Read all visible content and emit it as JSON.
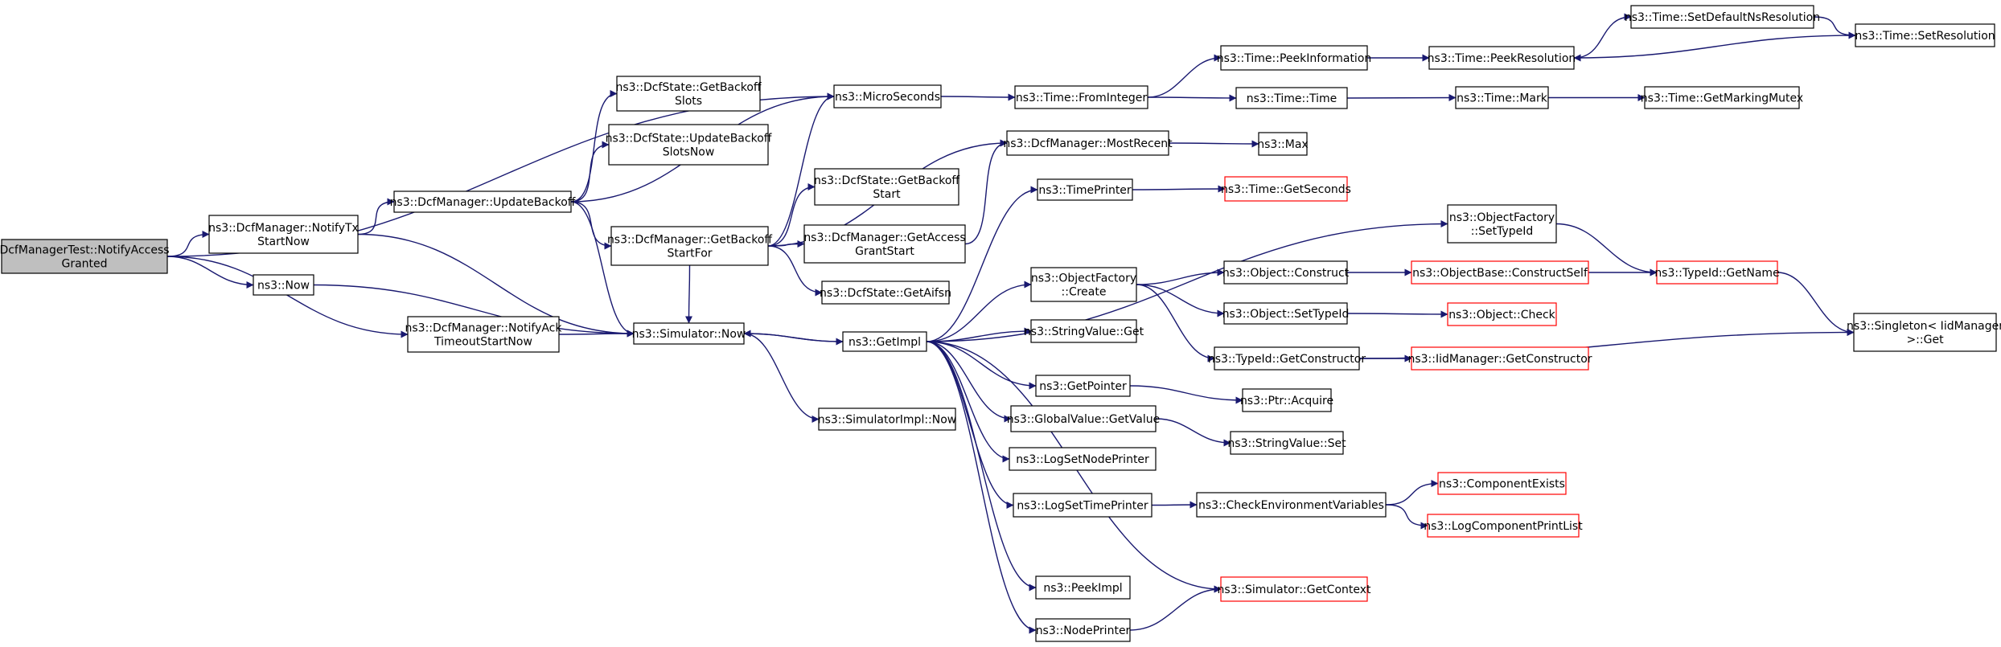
{
  "colors": {
    "edge": "#191970",
    "border_normal": "#000000",
    "border_truncated": "#ff0000",
    "fill_normal": "#ffffff",
    "fill_root": "#bfbfbf"
  },
  "nodes": [
    {
      "id": "root",
      "lines": [
        "DcfManagerTest::NotifyAccess",
        "Granted"
      ],
      "kind": "root"
    },
    {
      "id": "notifyTx",
      "lines": [
        "ns3::DcfManager::NotifyTx",
        "StartNow"
      ],
      "kind": "normal"
    },
    {
      "id": "now",
      "lines": [
        "ns3::Now"
      ],
      "kind": "normal"
    },
    {
      "id": "notifyAck",
      "lines": [
        "ns3::DcfManager::NotifyAck",
        "TimeoutStartNow"
      ],
      "kind": "normal"
    },
    {
      "id": "updateBackoff",
      "lines": [
        "ns3::DcfManager::UpdateBackoff"
      ],
      "kind": "normal"
    },
    {
      "id": "simNow",
      "lines": [
        "ns3::Simulator::Now"
      ],
      "kind": "normal"
    },
    {
      "id": "getBackoffSlots",
      "lines": [
        "ns3::DcfState::GetBackoff",
        "Slots"
      ],
      "kind": "normal"
    },
    {
      "id": "updateBackoffSlotsNow",
      "lines": [
        "ns3::DcfState::UpdateBackoff",
        "SlotsNow"
      ],
      "kind": "normal"
    },
    {
      "id": "getBackoffStartFor",
      "lines": [
        "ns3::DcfManager::GetBackoff",
        "StartFor"
      ],
      "kind": "normal"
    },
    {
      "id": "getImpl",
      "lines": [
        "ns3::GetImpl"
      ],
      "kind": "normal"
    },
    {
      "id": "simImplNow",
      "lines": [
        "ns3::SimulatorImpl::Now"
      ],
      "kind": "normal"
    },
    {
      "id": "microSeconds",
      "lines": [
        "ns3::MicroSeconds"
      ],
      "kind": "normal"
    },
    {
      "id": "getBackoffStart",
      "lines": [
        "ns3::DcfState::GetBackoff",
        "Start"
      ],
      "kind": "normal"
    },
    {
      "id": "getAccessGrantStart",
      "lines": [
        "ns3::DcfManager::GetAccess",
        "GrantStart"
      ],
      "kind": "normal"
    },
    {
      "id": "getAifsn",
      "lines": [
        "ns3::DcfState::GetAifsn"
      ],
      "kind": "normal"
    },
    {
      "id": "mostRecent",
      "lines": [
        "ns3::DcfManager::MostRecent"
      ],
      "kind": "normal"
    },
    {
      "id": "timePrinter",
      "lines": [
        "ns3::TimePrinter"
      ],
      "kind": "normal"
    },
    {
      "id": "ofCreate",
      "lines": [
        "ns3::ObjectFactory",
        "::Create"
      ],
      "kind": "normal"
    },
    {
      "id": "stringValueGet",
      "lines": [
        "ns3::StringValue::Get"
      ],
      "kind": "normal"
    },
    {
      "id": "getPointer",
      "lines": [
        "ns3::GetPointer"
      ],
      "kind": "normal"
    },
    {
      "id": "globalValueGetValue",
      "lines": [
        "ns3::GlobalValue::GetValue"
      ],
      "kind": "normal"
    },
    {
      "id": "logSetNodePrinter",
      "lines": [
        "ns3::LogSetNodePrinter"
      ],
      "kind": "normal"
    },
    {
      "id": "logSetTimePrinter",
      "lines": [
        "ns3::LogSetTimePrinter"
      ],
      "kind": "normal"
    },
    {
      "id": "peekImpl",
      "lines": [
        "ns3::PeekImpl"
      ],
      "kind": "normal"
    },
    {
      "id": "nodePrinter",
      "lines": [
        "ns3::NodePrinter"
      ],
      "kind": "normal"
    },
    {
      "id": "timeFromInteger",
      "lines": [
        "ns3::Time::FromInteger"
      ],
      "kind": "normal"
    },
    {
      "id": "max",
      "lines": [
        "ns3::Max"
      ],
      "kind": "normal"
    },
    {
      "id": "timeGetSeconds",
      "lines": [
        "ns3::Time::GetSeconds"
      ],
      "kind": "truncated"
    },
    {
      "id": "ofSetTypeId",
      "lines": [
        "ns3::ObjectFactory",
        "::SetTypeId"
      ],
      "kind": "normal"
    },
    {
      "id": "objectConstruct",
      "lines": [
        "ns3::Object::Construct"
      ],
      "kind": "normal"
    },
    {
      "id": "objectSetTypeId",
      "lines": [
        "ns3::Object::SetTypeId"
      ],
      "kind": "normal"
    },
    {
      "id": "typeIdGetConstructor",
      "lines": [
        "ns3::TypeId::GetConstructor"
      ],
      "kind": "normal"
    },
    {
      "id": "ptrAcquire",
      "lines": [
        "ns3::Ptr::Acquire"
      ],
      "kind": "normal"
    },
    {
      "id": "stringValueSet",
      "lines": [
        "ns3::StringValue::Set"
      ],
      "kind": "normal"
    },
    {
      "id": "checkEnv",
      "lines": [
        "ns3::CheckEnvironmentVariables"
      ],
      "kind": "normal"
    },
    {
      "id": "simGetContext",
      "lines": [
        "ns3::Simulator::GetContext"
      ],
      "kind": "truncated"
    },
    {
      "id": "timePeekInformation",
      "lines": [
        "ns3::Time::PeekInformation"
      ],
      "kind": "normal"
    },
    {
      "id": "timeTime",
      "lines": [
        "ns3::Time::Time"
      ],
      "kind": "normal"
    },
    {
      "id": "objBaseConstructSelf",
      "lines": [
        "ns3::ObjectBase::ConstructSelf"
      ],
      "kind": "truncated"
    },
    {
      "id": "objectCheck",
      "lines": [
        "ns3::Object::Check"
      ],
      "kind": "truncated"
    },
    {
      "id": "iidGetConstructor",
      "lines": [
        "ns3::IidManager::GetConstructor"
      ],
      "kind": "truncated"
    },
    {
      "id": "componentExists",
      "lines": [
        "ns3::ComponentExists"
      ],
      "kind": "truncated"
    },
    {
      "id": "logComponentPrintList",
      "lines": [
        "ns3::LogComponentPrintList"
      ],
      "kind": "truncated"
    },
    {
      "id": "timePeekResolution",
      "lines": [
        "ns3::Time::PeekResolution"
      ],
      "kind": "normal"
    },
    {
      "id": "timeMark",
      "lines": [
        "ns3::Time::Mark"
      ],
      "kind": "normal"
    },
    {
      "id": "typeIdGetName",
      "lines": [
        "ns3::TypeId::GetName"
      ],
      "kind": "truncated"
    },
    {
      "id": "timeSetDefaultNsResolution",
      "lines": [
        "ns3::Time::SetDefaultNsResolution"
      ],
      "kind": "normal"
    },
    {
      "id": "timeGetMarkingMutex",
      "lines": [
        "ns3::Time::GetMarkingMutex"
      ],
      "kind": "normal"
    },
    {
      "id": "timeSetResolution",
      "lines": [
        "ns3::Time::SetResolution"
      ],
      "kind": "normal"
    },
    {
      "id": "singletonGet",
      "lines": [
        "ns3::Singleton< IidManager",
        " >::Get"
      ],
      "kind": "normal"
    }
  ],
  "edges": [
    [
      "root",
      "notifyTx"
    ],
    [
      "root",
      "now"
    ],
    [
      "root",
      "notifyAck"
    ],
    [
      "root",
      "microSeconds"
    ],
    [
      "notifyTx",
      "updateBackoff"
    ],
    [
      "notifyTx",
      "simNow"
    ],
    [
      "now",
      "simNow"
    ],
    [
      "notifyAck",
      "simNow"
    ],
    [
      "updateBackoff",
      "simNow"
    ],
    [
      "updateBackoff",
      "getBackoffSlots"
    ],
    [
      "updateBackoff",
      "updateBackoffSlotsNow"
    ],
    [
      "updateBackoff",
      "getBackoffStartFor"
    ],
    [
      "updateBackoff",
      "microSeconds"
    ],
    [
      "simNow",
      "getImpl"
    ],
    [
      "simNow",
      "simImplNow"
    ],
    [
      "getBackoffStartFor",
      "simNow"
    ],
    [
      "getBackoffStartFor",
      "microSeconds"
    ],
    [
      "getBackoffStartFor",
      "getBackoffStart"
    ],
    [
      "getBackoffStartFor",
      "getAccessGrantStart"
    ],
    [
      "getBackoffStartFor",
      "getAifsn"
    ],
    [
      "getBackoffStartFor",
      "mostRecent"
    ],
    [
      "getAccessGrantStart",
      "mostRecent"
    ],
    [
      "getImpl",
      "simNow"
    ],
    [
      "getImpl",
      "timePrinter"
    ],
    [
      "getImpl",
      "ofCreate"
    ],
    [
      "getImpl",
      "ofSetTypeId"
    ],
    [
      "getImpl",
      "stringValueGet"
    ],
    [
      "getImpl",
      "getPointer"
    ],
    [
      "getImpl",
      "globalValueGetValue"
    ],
    [
      "getImpl",
      "logSetNodePrinter"
    ],
    [
      "getImpl",
      "logSetTimePrinter"
    ],
    [
      "getImpl",
      "simGetContext"
    ],
    [
      "getImpl",
      "peekImpl"
    ],
    [
      "getImpl",
      "nodePrinter"
    ],
    [
      "microSeconds",
      "timeFromInteger"
    ],
    [
      "mostRecent",
      "max"
    ],
    [
      "timePrinter",
      "timeGetSeconds"
    ],
    [
      "ofCreate",
      "objectConstruct"
    ],
    [
      "ofCreate",
      "objectSetTypeId"
    ],
    [
      "ofCreate",
      "typeIdGetConstructor"
    ],
    [
      "getPointer",
      "ptrAcquire"
    ],
    [
      "globalValueGetValue",
      "stringValueSet"
    ],
    [
      "logSetTimePrinter",
      "checkEnv"
    ],
    [
      "nodePrinter",
      "simGetContext"
    ],
    [
      "timeFromInteger",
      "timePeekInformation"
    ],
    [
      "timeFromInteger",
      "timeTime"
    ],
    [
      "ofSetTypeId",
      "typeIdGetName"
    ],
    [
      "objectConstruct",
      "objBaseConstructSelf"
    ],
    [
      "objectSetTypeId",
      "objectCheck"
    ],
    [
      "typeIdGetConstructor",
      "iidGetConstructor"
    ],
    [
      "typeIdGetConstructor",
      "singletonGet"
    ],
    [
      "checkEnv",
      "componentExists"
    ],
    [
      "checkEnv",
      "logComponentPrintList"
    ],
    [
      "timePeekInformation",
      "timePeekResolution"
    ],
    [
      "timeTime",
      "timeMark"
    ],
    [
      "objBaseConstructSelf",
      "typeIdGetName"
    ],
    [
      "typeIdGetName",
      "singletonGet"
    ],
    [
      "timePeekResolution",
      "timeSetDefaultNsResolution"
    ],
    [
      "timeMark",
      "timeGetMarkingMutex"
    ],
    [
      "timeSetDefaultNsResolution",
      "timeSetResolution"
    ],
    [
      "timeSetResolution",
      "timePeekResolution"
    ]
  ]
}
